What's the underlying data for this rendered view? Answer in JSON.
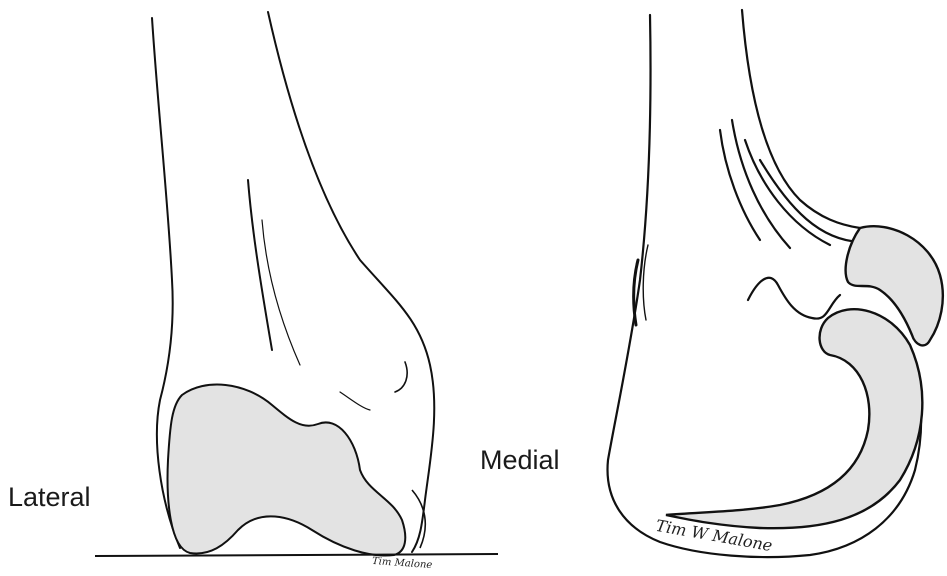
{
  "labels": {
    "lateral": "Lateral",
    "medial": "Medial"
  },
  "signatures": {
    "left": "Tim Malone",
    "right": "Tim W Malone"
  },
  "colors": {
    "line": "#111111",
    "cartilage_fill": "#e3e3e3",
    "background": "#ffffff"
  }
}
